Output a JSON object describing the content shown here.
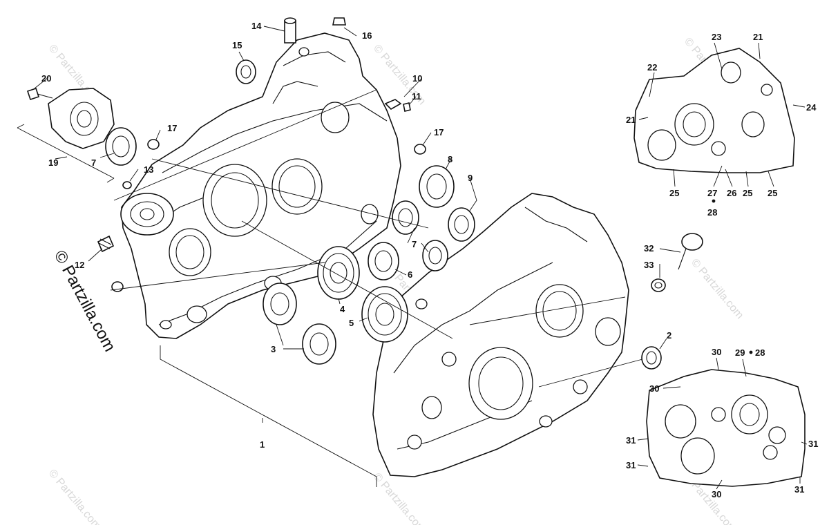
{
  "watermark": {
    "text": "© Partzilla.com"
  },
  "callouts": {
    "c1": "1",
    "c2": "2",
    "c3": "3",
    "c4": "4",
    "c5": "5",
    "c6": "6",
    "c7a": "7",
    "c7b": "7",
    "c8": "8",
    "c9": "9",
    "c10": "10",
    "c11": "11",
    "c12": "12",
    "c13": "13",
    "c14": "14",
    "c15": "15",
    "c16": "16",
    "c17a": "17",
    "c17b": "17",
    "c19": "19",
    "c20": "20",
    "c21a": "21",
    "c21b": "21",
    "c22": "22",
    "c23": "23",
    "c24": "24",
    "c25a": "25",
    "c25b": "25",
    "c25c": "25",
    "c26": "26",
    "c27": "27",
    "c28a": "28",
    "c28b": "28",
    "c29": "29",
    "c30a": "30",
    "c30b": "30",
    "c30c": "30",
    "c31a": "31",
    "c31b": "31",
    "c31c": "31",
    "c31d": "31",
    "c32": "32",
    "c33": "33"
  }
}
